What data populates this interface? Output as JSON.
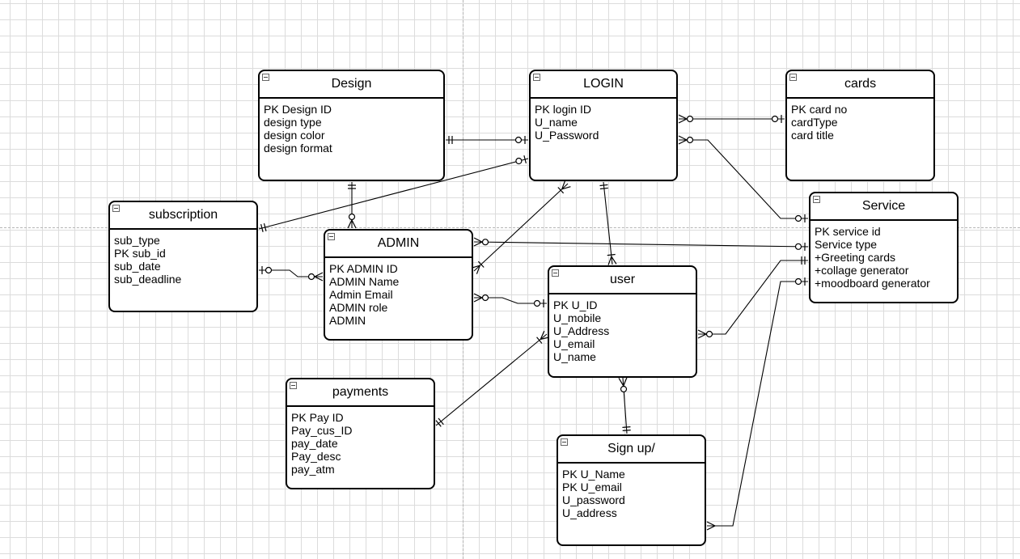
{
  "diagram": {
    "entities": [
      {
        "id": "design",
        "title": "Design",
        "attributes": [
          "PK Design ID",
          "design type",
          "design color",
          "design format"
        ]
      },
      {
        "id": "login",
        "title": "LOGIN",
        "attributes": [
          "PK login ID",
          "U_name",
          "U_Password"
        ]
      },
      {
        "id": "cards",
        "title": "cards",
        "attributes": [
          "PK card no",
          "cardType",
          "card title"
        ]
      },
      {
        "id": "subscription",
        "title": "subscription",
        "attributes": [
          "sub_type",
          "PK sub_id",
          "sub_date",
          "sub_deadline"
        ]
      },
      {
        "id": "admin",
        "title": "ADMIN",
        "attributes": [
          "PK ADMIN ID",
          "ADMIN Name",
          "Admin Email",
          "ADMIN role",
          "ADMIN"
        ]
      },
      {
        "id": "service",
        "title": "Service",
        "attributes": [
          "PK service id",
          "Service type",
          "+Greeting cards",
          "+collage generator",
          "+moodboard generator"
        ]
      },
      {
        "id": "user",
        "title": "user",
        "attributes": [
          "PK U_ID",
          " U_mobile",
          "U_Address",
          "U_email",
          "U_name"
        ]
      },
      {
        "id": "payments",
        "title": "payments",
        "attributes": [
          "PK Pay ID",
          "Pay_cus_ID",
          "pay_date",
          "Pay_desc",
          "pay_atm"
        ]
      },
      {
        "id": "signup",
        "title": "Sign up/",
        "attributes": [
          "PK U_Name",
          "PK U_email",
          "U_password",
          "U_address"
        ]
      }
    ],
    "relationships": [
      {
        "from": "design",
        "from_end": "one-mandatory",
        "to": "login",
        "to_end": "zero-one"
      },
      {
        "from": "login",
        "from_end": "zero-many",
        "to": "cards",
        "to_end": "zero-one"
      },
      {
        "from": "login",
        "from_end": "zero-many",
        "to": "service",
        "to_end": "zero-one"
      },
      {
        "from": "design",
        "from_end": "one-mandatory",
        "to": "admin",
        "to_end": "zero-many"
      },
      {
        "from": "subscription",
        "from_end": "one-mandatory",
        "to": "login",
        "to_end": "zero-one"
      },
      {
        "from": "subscription",
        "from_end": "zero-one",
        "to": "admin",
        "to_end": "zero-many"
      },
      {
        "from": "admin",
        "from_end": "zero-many",
        "to": "service",
        "to_end": "zero-one"
      },
      {
        "from": "admin",
        "from_end": "one-many",
        "to": "login",
        "to_end": "one-many"
      },
      {
        "from": "login",
        "from_end": "one-mandatory",
        "to": "user",
        "to_end": "one-many"
      },
      {
        "from": "admin",
        "from_end": "zero-many",
        "to": "user",
        "to_end": "zero-one"
      },
      {
        "from": "user",
        "from_end": "zero-many",
        "to": "service",
        "to_end": "one-mandatory"
      },
      {
        "from": "payments",
        "from_end": "one-mandatory",
        "to": "user",
        "to_end": "one-many"
      },
      {
        "from": "user",
        "from_end": "zero-many",
        "to": "signup",
        "to_end": "one-mandatory"
      },
      {
        "from": "signup",
        "from_end": "many",
        "to": "service",
        "to_end": "zero-one"
      }
    ]
  }
}
